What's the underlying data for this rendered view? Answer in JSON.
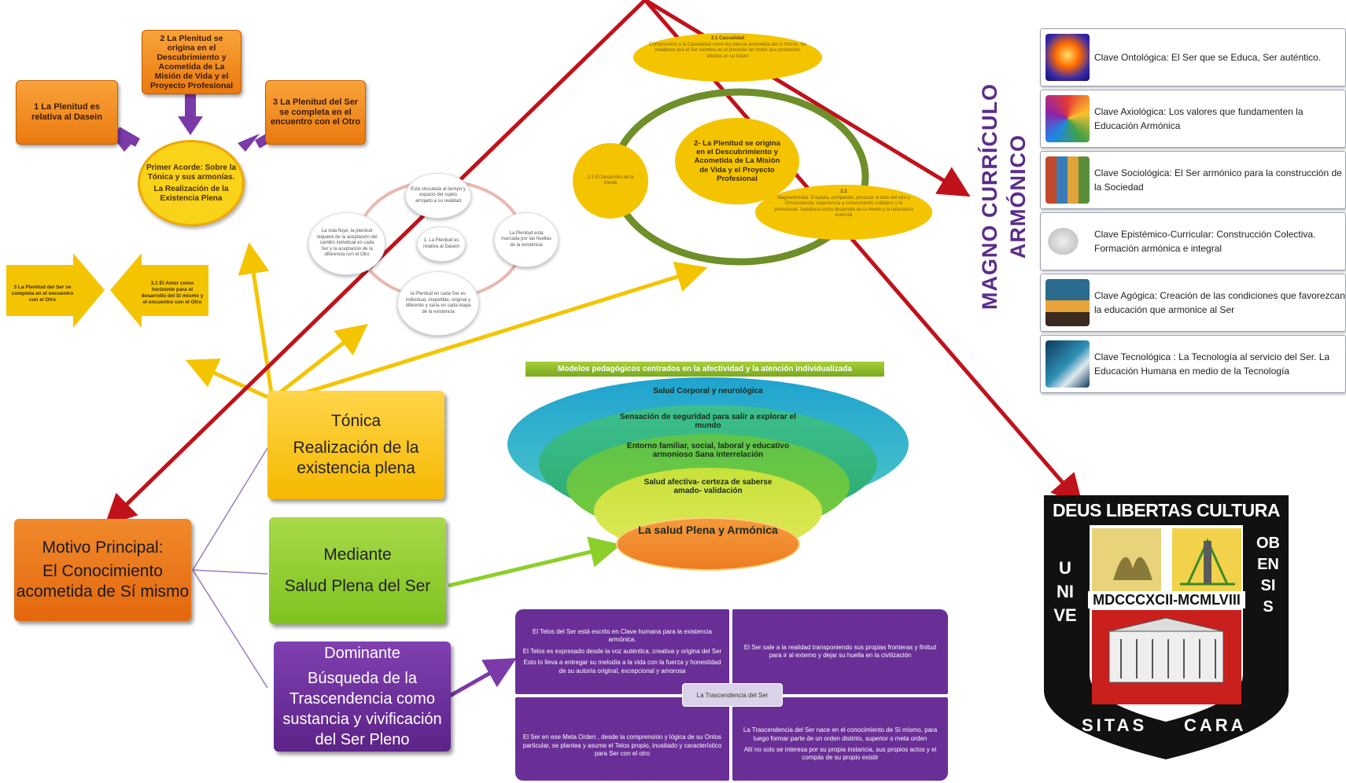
{
  "top_left": {
    "box_1": "1 La Plenitud es relativa al Dasein",
    "box_2": "2 La Plenitud se origina en el Descubrimiento y Acometida de La Misión de Vida y el Proyecto Profesional",
    "box_3": "3 La Plenitud del Ser se completa en el encuentro con el Otro",
    "center_title": "Primer Acorde: Sobre la Tónica y sus armonías.",
    "center_sub": "La Realización de la Existencia Plena",
    "arrow_right": "3 La Plenitud del Ser se completa en el encuentro con el Otro",
    "arrow_left": "3.1 El Amor como horizonte para el desarrollo del Sí mismo y el encuentro con el Otro"
  },
  "cycle_small": {
    "center": "1. La Plenitud es relativa al Dasein",
    "top": "Está vinculada al tiempo y espacio del sujeto arrojado a su realidad",
    "right": "La Plenitud está marcada por las huellas de la existencia",
    "bottom": "la Plenitud en cada Ser es individual, irrepetible, original y diferente y varía en cada etapa de la existencia",
    "left": "La vida fluye, la plenitud requiere de la aceptación del cambio individual en cada Ser y la aceptación de la diferencia con el Otro"
  },
  "cycle_big": {
    "center": "2- La Plenitud se origina en el Descubrimiento y Acometida de La Misión de Vida y el Proyecto Profesional",
    "top_title": "2.1 Causalidad",
    "top_text": "Comprensión a la Causalidad como ley para la acometida del sí mismo. Se establece que el Ser siembra en el presente las frutos que producirán efectos en su futuro",
    "left": "2.3 El Desarrollo de la mente",
    "right_title": "2.2",
    "right_text": "Magnanimidad: Empatía, compasión, procurar el bien del otro y Omnisolencia: experiencia a conocimiento cotidiano y lo profesional. Sabiduría como desarrollo de la mente y la naturaleza esencial"
  },
  "magno": {
    "line1": "MAGNO CURRÍCULO",
    "line2": "ARMÓNICO"
  },
  "keys": [
    {
      "icon": "meditation-icon",
      "text": "Clave Ontológica: El Ser que se Educa, Ser auténtico."
    },
    {
      "icon": "people-circle-icon",
      "text": "Clave Axiológica: Los valores que fundamenten la Educación Armónica"
    },
    {
      "icon": "faces-grid-icon",
      "text": "Clave Sociológica: El Ser armónico para la construcción de la Sociedad"
    },
    {
      "icon": "brain-icon",
      "text": "Clave Epistémico-Curricular: Construcción Colectiva. Formación armónica e integral"
    },
    {
      "icon": "classroom-icon",
      "text": "Clave Agógica: Creación de las condiciones que favorezcan la educación que armonice al Ser"
    },
    {
      "icon": "robot-hand-icon",
      "text": "Clave Tecnológica : La Tecnología al servicio del Ser. La Educación Humana en medio de la Tecnología"
    }
  ],
  "modelos": {
    "title": "Modelos pedagógicos centrados en la afectividad y la atención individualizada",
    "l1": "Salud Corporal y neurológica",
    "l2": "Sensación de seguridad para salir a explorar el mundo",
    "l3": "Entorno familiar, social, laboral y educativo armonioso Sana interrelación",
    "l4": "Salud afectiva- certeza de saberse amado- validación",
    "l5": "La salud Plena y Armónica"
  },
  "motivo": {
    "line1": "Motivo Principal:",
    "line2": "El Conocimiento acometida de Sí mismo"
  },
  "tonica": {
    "line1": "Tónica",
    "line2": "Realización de la existencia plena"
  },
  "mediante": {
    "line1": "Mediante",
    "line2": "Salud Plena del Ser"
  },
  "dominante": {
    "line1": "Dominante",
    "line2": "Búsqueda de la Trascendencia como sustancia y vivificación del Ser Pleno"
  },
  "trascendencia": {
    "tl1": "El Telos del Ser está escrito en Clave humana para la existencia armónica.",
    "tl2": "El Telos es expresado desde la voz auténtica, creativa y origina del Ser",
    "tl3": "Esto lo lleva a entregar su melodía a la vida con la fuerza y honestidad de su autoría original, excepcional y amorosa",
    "tr": "El Ser sale a la realidad transponiendo sus propias fronteras y finitud para ir al externo y dejar su huella en la civilización",
    "center": "La Trascendencia del Ser",
    "bl": "El Ser en ese Meta Orden , desde la comprensión y lógica de su Ontos particular, se plantea y asume el Telos propio, inusitado y característico para Ser con el otro",
    "br1": "La Trascendencia del Ser nace en el conocimiento de Sí mismo, para luego formar parte de un orden distinto, superior o meta orden",
    "br2": "Allí no solo se interesa por su propia instancia, sus propios actos y el compás de su propio existir"
  },
  "seal": {
    "motto": "DEUS LIBERTAS CULTURA",
    "years": "MDCCCXCII-MCMLVIII",
    "left_letters": "UNIVE",
    "right_letters": "OBENSIS",
    "bottom_left": "SITAS",
    "bottom_right": "CARA"
  },
  "colors": {
    "red_arrow": "#c0121b",
    "orange": "#ef8a17",
    "yellow": "#f5c400",
    "green": "#8ccf2a",
    "purple": "#6a2e97",
    "magno_text": "#5b2d8a"
  }
}
